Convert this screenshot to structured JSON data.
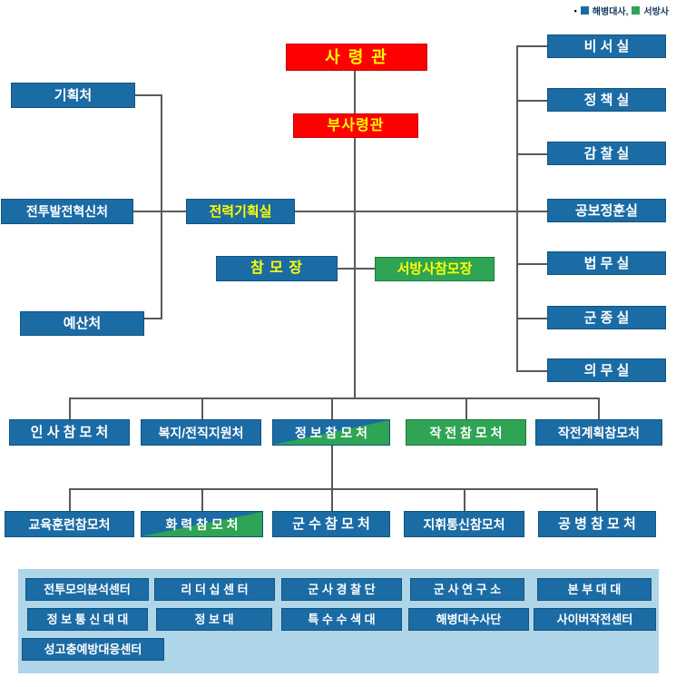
{
  "legend": {
    "bullet": "•",
    "items": [
      {
        "label": "해병대사,",
        "color": "#1B6BA5"
      },
      {
        "label": "서방사",
        "color": "#2FA455"
      }
    ]
  },
  "org": {
    "commander": "사 령 관",
    "deputy_commander": "부사령관",
    "planning_office": "기획처",
    "combat_dev_innovation": "전투발전혁신처",
    "force_planning": "전력기획실",
    "chief_of_staff": "참 모 장",
    "west_chief_of_staff": "서방사참모장",
    "budget_office": "예산처",
    "secretary_office": "비 서 실",
    "policy_office": "정 책 실",
    "inspection_office": "감 찰 실",
    "public_affairs_office": "공보정훈실",
    "legal_office": "법 무 실",
    "chaplain_office": "군 종 실",
    "medical_office": "의 무 실",
    "personnel_staff": "인 사 참 모 처",
    "welfare_support": "복지/전직지원처",
    "intelligence_staff": "정 보 참 모 처",
    "operations_staff": "작 전 참 모 처",
    "op_planning_staff": "작전계획참모처",
    "education_training_staff": "교육훈련참모처",
    "firepower_staff": "화 력 참 모 처",
    "logistics_staff": "군 수 참 모 처",
    "c4i_staff": "지휘통신참모처",
    "engineer_staff": "공 병 참 모 처",
    "combat_sim_center": "전투모의분석센터",
    "leadership_center": "리 더 십 센 터",
    "military_police": "군 사 경 찰 단",
    "military_research": "군 사 연 구 소",
    "hq_battalion": "본 부 대 대",
    "signal_battalion": "정 보 통 신 대 대",
    "intel_unit": "정 보 대",
    "special_recon": "특 수 수 색 대",
    "marine_investigation": "해병대수사단",
    "cyber_ops_center": "사이버작전센터",
    "grievance_center": "성고충예방대응센터"
  },
  "colors": {
    "marine_blue": "#1B6BA5",
    "west_green": "#2FA455",
    "command_red": "#FF0000",
    "text_yellow": "#FFFF00",
    "panel_blue": "#AFD5E8",
    "line_gray": "#595959"
  }
}
